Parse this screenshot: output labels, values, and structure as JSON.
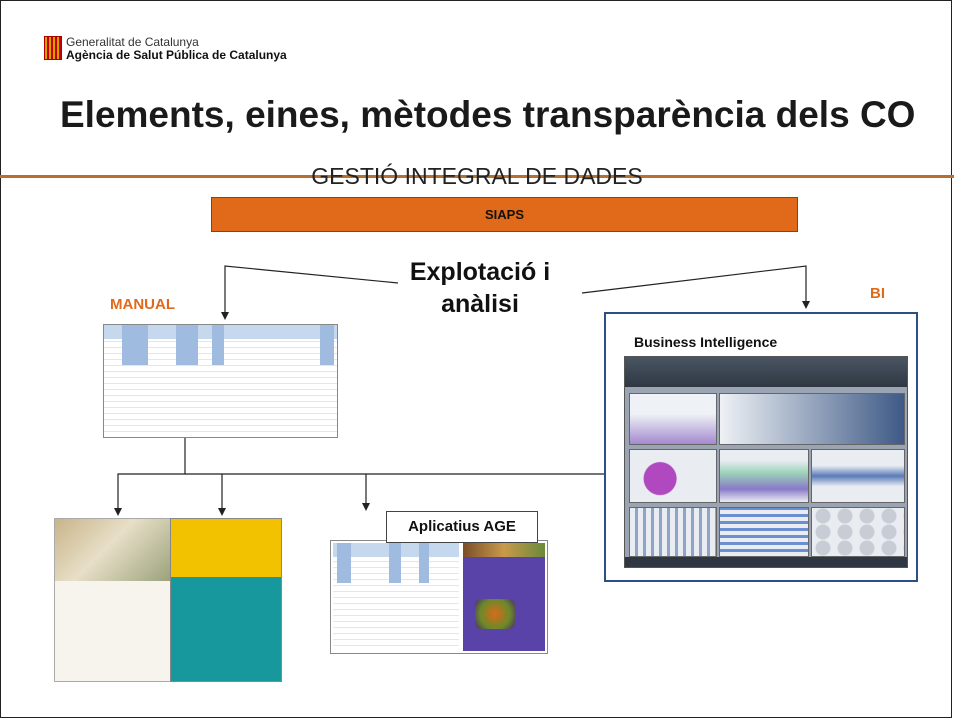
{
  "header": {
    "org_line1": "Generalitat de Catalunya",
    "org_line2": "Agència de Salut Pública de Catalunya"
  },
  "slide": {
    "title": "Elements, eines, mètodes transparència dels CO",
    "subtitle": "GESTIÓ INTEGRAL DE DADES",
    "siaps": "SIAPS",
    "explotacio": "Explotació i anàlisi",
    "manual_label": "MANUAL",
    "bi_label": "BI",
    "bi_title": "Business Intelligence",
    "age_label": "Aplicatius AGE"
  },
  "colors": {
    "accent": "#e06a1a",
    "rule": "#b5702f",
    "bi_border": "#2c4f86"
  }
}
